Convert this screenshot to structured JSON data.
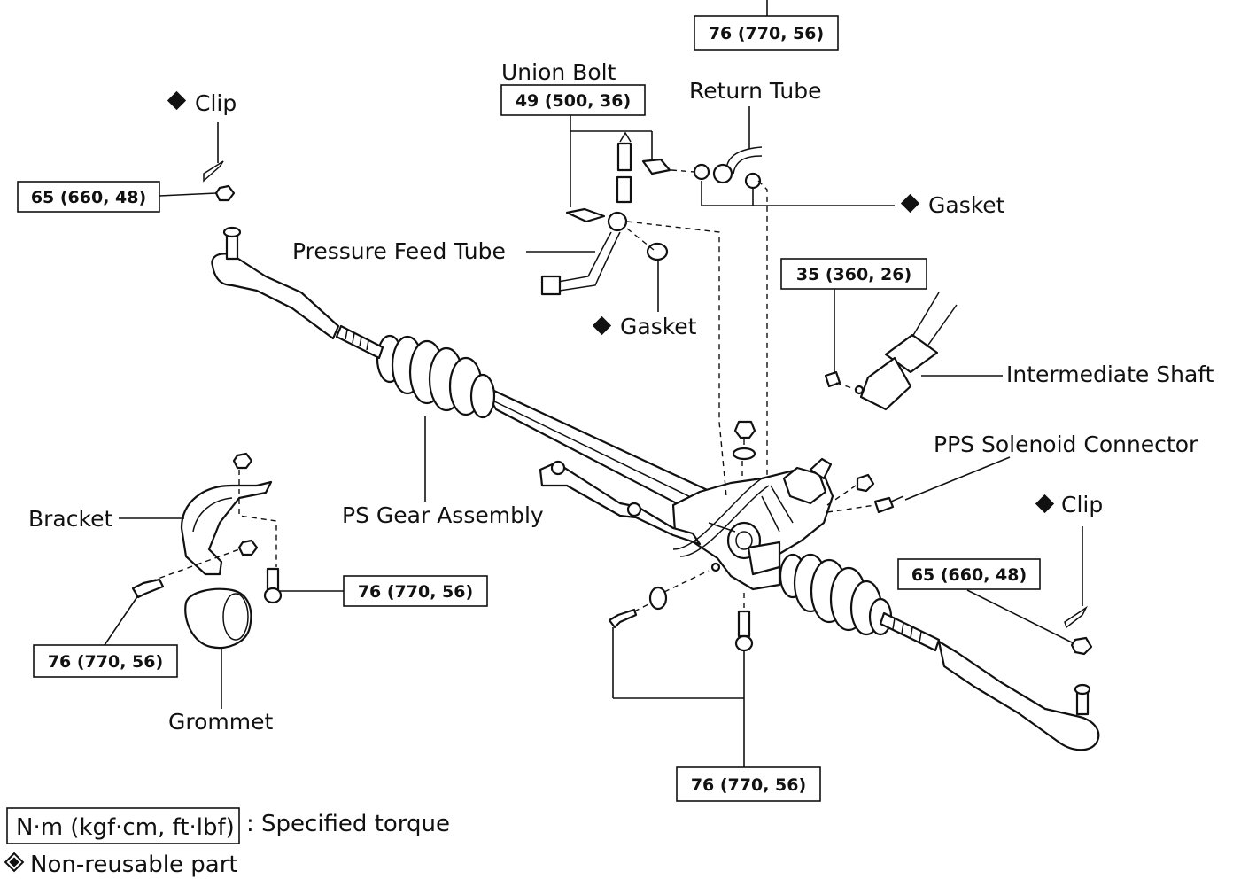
{
  "labels": {
    "union_bolt": "Union Bolt",
    "return_tube": "Return Tube",
    "clip_top": "Clip",
    "gasket_top": "Gasket",
    "pressure_feed_tube": "Pressure Feed Tube",
    "gasket_mid": "Gasket",
    "intermediate_shaft": "Intermediate Shaft",
    "pps_solenoid_connector": "PPS Solenoid Connector",
    "clip_right": "Clip",
    "bracket": "Bracket",
    "ps_gear_assembly": "PS Gear Assembly",
    "grommet": "Grommet"
  },
  "torques": {
    "top": "76 (770, 56)",
    "union_bolt": "49 (500, 36)",
    "left_tie_rod": "65 (660, 48)",
    "intermediate_shaft": "35 (360, 26)",
    "bracket_right": "76 (770, 56)",
    "right_tie_rod": "65 (660, 48)",
    "bracket_left": "76 (770, 56)",
    "bottom": "76 (770, 56)"
  },
  "legend": {
    "torque_unit": "N·m (kgf·cm, ft·lbf)",
    "torque_desc": ": Specified torque",
    "non_reusable": "Non-reusable part"
  },
  "icons": {
    "non_reusable_marker": "diamond-icon",
    "legend_marker": "non-reusable-star-icon"
  }
}
